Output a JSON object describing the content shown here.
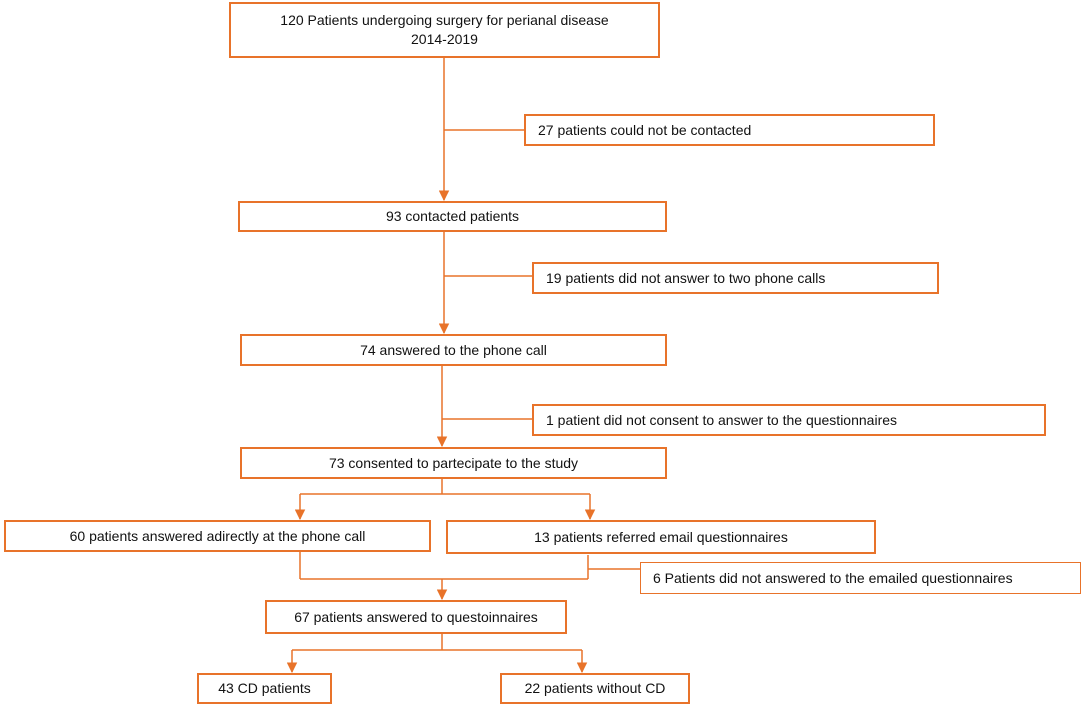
{
  "flowchart": {
    "nodes": {
      "n1": {
        "line1": "120 Patients undergoing surgery for perianal disease",
        "line2": "2014-2019"
      },
      "n_excl1": "27 patients could not be contacted",
      "n2": "93 contacted patients",
      "n_excl2": "19 patients did not  answer to two phone calls",
      "n3": "74 answered to the phone call",
      "n_excl3": "1 patient did not consent to answer to the questionnaires",
      "n4": "73 consented to partecipate to the study",
      "n5a": "60 patients answered adirectly at the phone call",
      "n5b": "13 patients referred  email questionnaires",
      "n_excl4": "6  Patients did not answered to the  emailed questionnaires",
      "n6": "67 patients answered to questoinnaires",
      "n7a": "43 CD patients",
      "n7b": "22 patients without  CD"
    },
    "colors": {
      "border": "#e8732a",
      "connector": "#e8732a",
      "text": "#111111"
    }
  }
}
